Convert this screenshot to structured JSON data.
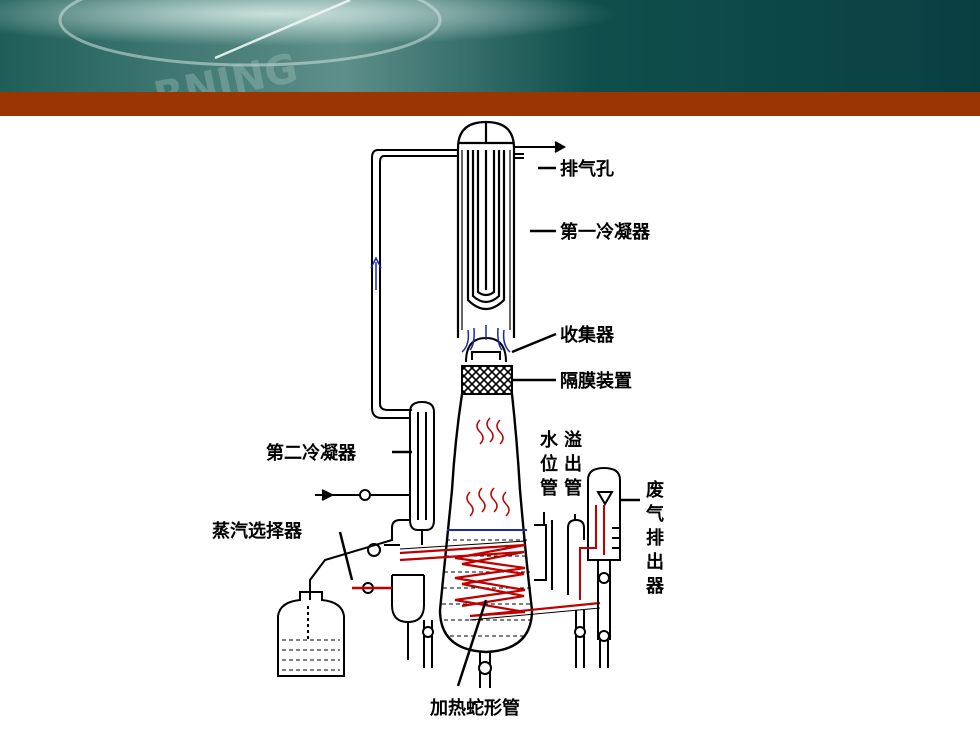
{
  "banner": {
    "bg_color": "#0d4f4c",
    "stripe_color": "#9b3502",
    "watermark_text": "RNING"
  },
  "diagram": {
    "labels": {
      "exhaust_hole": "排气孔",
      "first_condenser": "第一冷凝器",
      "collector": "收集器",
      "diaphragm_device": "隔膜装置",
      "second_condenser": "第二冷凝器",
      "steam_selector": "蒸汽选择器",
      "heating_coil": "加热蛇形管",
      "water_level_tube": [
        "水",
        "位",
        "管"
      ],
      "overflow_tube": [
        "溢",
        "出",
        "管"
      ],
      "waste_gas_exhaust": [
        "废",
        "气",
        "排",
        "出",
        "器"
      ]
    },
    "colors": {
      "outline": "#000000",
      "heat_red": "#c00000",
      "flow_blue": "#1a2aa8",
      "hatch": "#000000"
    }
  }
}
